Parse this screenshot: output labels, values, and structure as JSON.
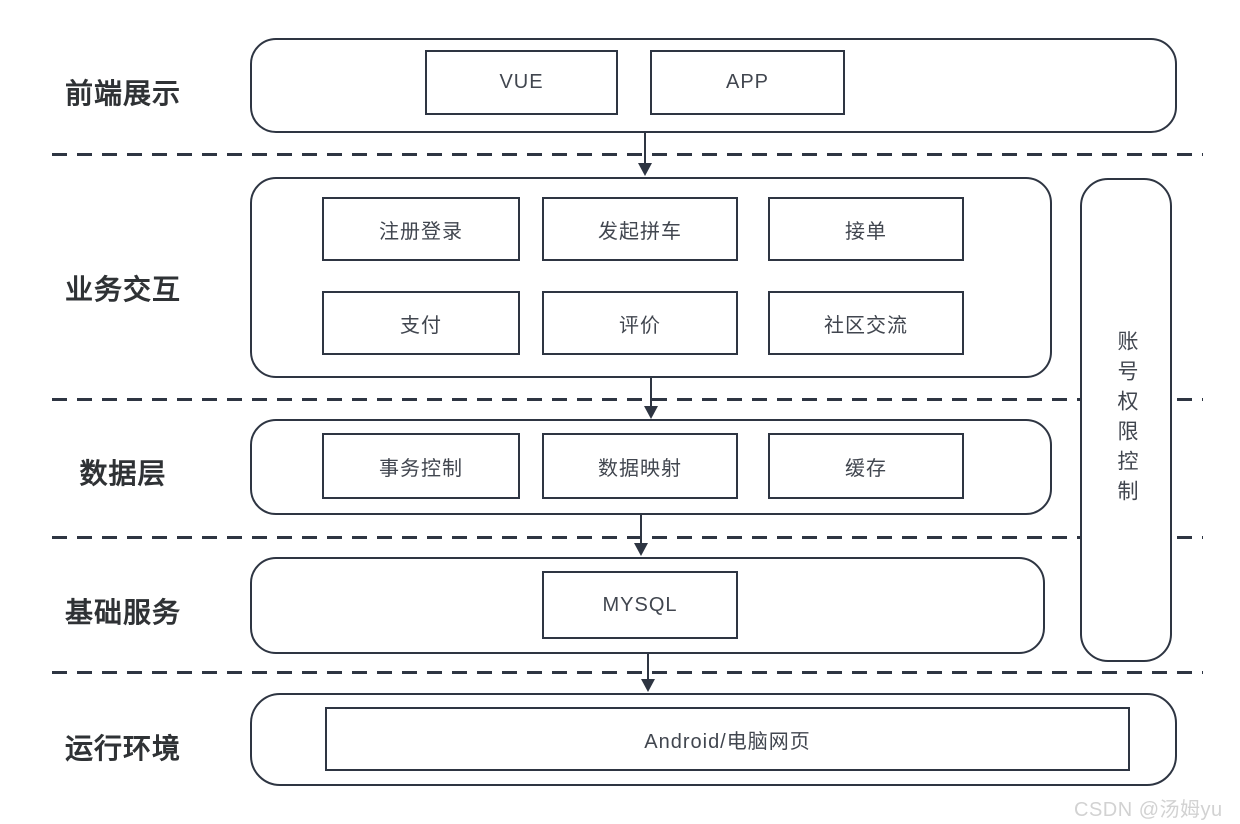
{
  "layers": [
    {
      "label": "前端展示",
      "boxes": [
        "VUE",
        "APP"
      ]
    },
    {
      "label": "业务交互",
      "boxes": [
        "注册登录",
        "发起拼车",
        "接单",
        "支付",
        "评价",
        "社区交流"
      ]
    },
    {
      "label": "数据层",
      "boxes": [
        "事务控制",
        "数据映射",
        "缓存"
      ]
    },
    {
      "label": "基础服务",
      "boxes": [
        "MYSQL"
      ]
    },
    {
      "label": "运行环境",
      "boxes": [
        "Android/电脑网页"
      ]
    }
  ],
  "side_panel": {
    "label": "账号权限控制"
  },
  "watermark": "CSDN @汤姆yu",
  "colors": {
    "line": "#2e3542",
    "box_text": "#41464f",
    "label_text": "#2f3235",
    "watermark": "#d2d2d2",
    "background": "#ffffff"
  }
}
